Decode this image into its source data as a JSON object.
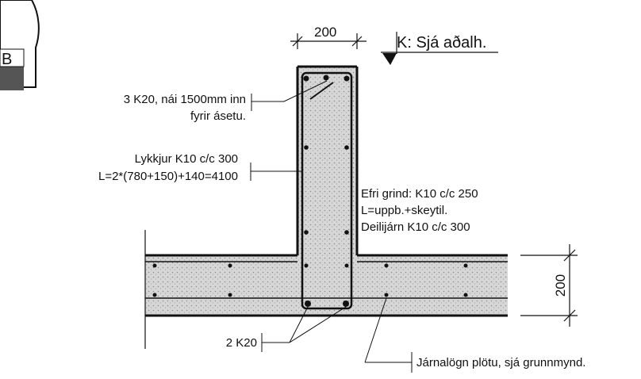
{
  "labels": {
    "corner_mark": "B",
    "width_dim": "200",
    "section_ref": "K: Sjá aðalh.",
    "top_bars_line1": "3 K20, nái 1500mm inn",
    "top_bars_line2": "fyrir ásetu.",
    "stirrup_line1": "Lykkjur K10 c/c 300",
    "stirrup_line2": "L=2*(780+150)+140=4100",
    "upper_mesh_line1": "Efri grind: K10 c/c 250",
    "upper_mesh_line2": "L=uppb.+skeytil.",
    "upper_mesh_line3": "Deilijárn K10 c/c 300",
    "slab_dim": "200",
    "bottom_bars": "2 K20",
    "slab_reinf": "Járnalögn plötu, sjá grunnmynd."
  },
  "colors": {
    "line": "#111111",
    "concrete": "#d6d6d6",
    "concrete_speckle": "#8c8c8c"
  }
}
